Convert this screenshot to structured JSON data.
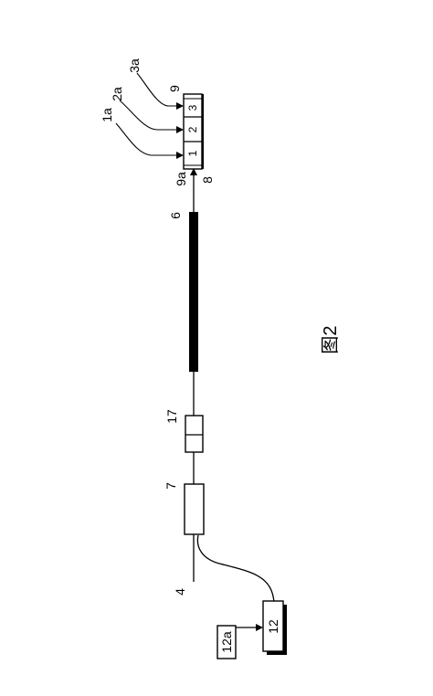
{
  "figure": {
    "caption": "图2"
  },
  "labels": {
    "l1": "1",
    "l2": "2",
    "l3": "3",
    "l1a": "1a",
    "l2a": "2a",
    "l3a": "3a",
    "l9": "9",
    "l9a": "9a",
    "l8": "8",
    "l6": "6",
    "l17": "17",
    "l7": "7",
    "l4": "4",
    "l12": "12",
    "l12a": "12a"
  }
}
